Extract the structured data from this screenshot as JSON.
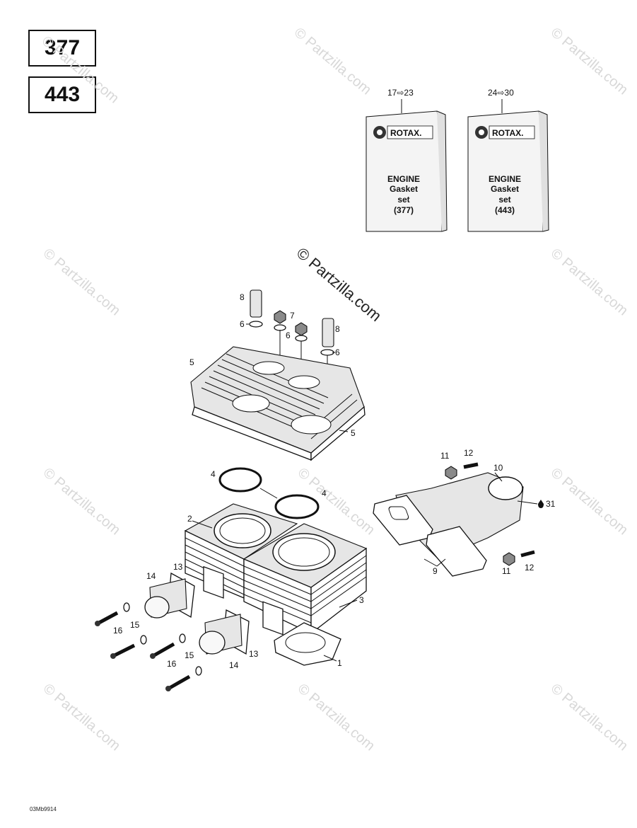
{
  "model_boxes": [
    "377",
    "443"
  ],
  "kits": [
    {
      "range": "17⇨23",
      "brand": "ROTAX.",
      "line1": "ENGINE",
      "line2": "Gasket",
      "line3": "set",
      "line4": "(377)"
    },
    {
      "range": "24⇨30",
      "brand": "ROTAX.",
      "line1": "ENGINE",
      "line2": "Gasket",
      "line3": "set",
      "line4": "(443)"
    }
  ],
  "watermark": {
    "main": "© Partzilla.com",
    "repeat": "© Partzilla.com"
  },
  "callouts": {
    "c1": "1",
    "c2": "2",
    "c3": "3",
    "c4a": "4",
    "c4b": "4",
    "c5a": "5",
    "c5b": "5",
    "c6a": "6",
    "c6b": "6",
    "c6c": "6",
    "c7": "7",
    "c8a": "8",
    "c8b": "8",
    "c9": "9",
    "c10": "10",
    "c11a": "11",
    "c11b": "11",
    "c12a": "12",
    "c12b": "12",
    "c13a": "13",
    "c13b": "13",
    "c14a": "14",
    "c14b": "14",
    "c15a": "15",
    "c15b": "15",
    "c16a": "16",
    "c16b": "16",
    "c31": "31"
  },
  "footer_code": "03Mb9914",
  "colors": {
    "ink": "#111111",
    "watermark": "#d8d8d8",
    "part_fill": "#e6e6e6"
  }
}
